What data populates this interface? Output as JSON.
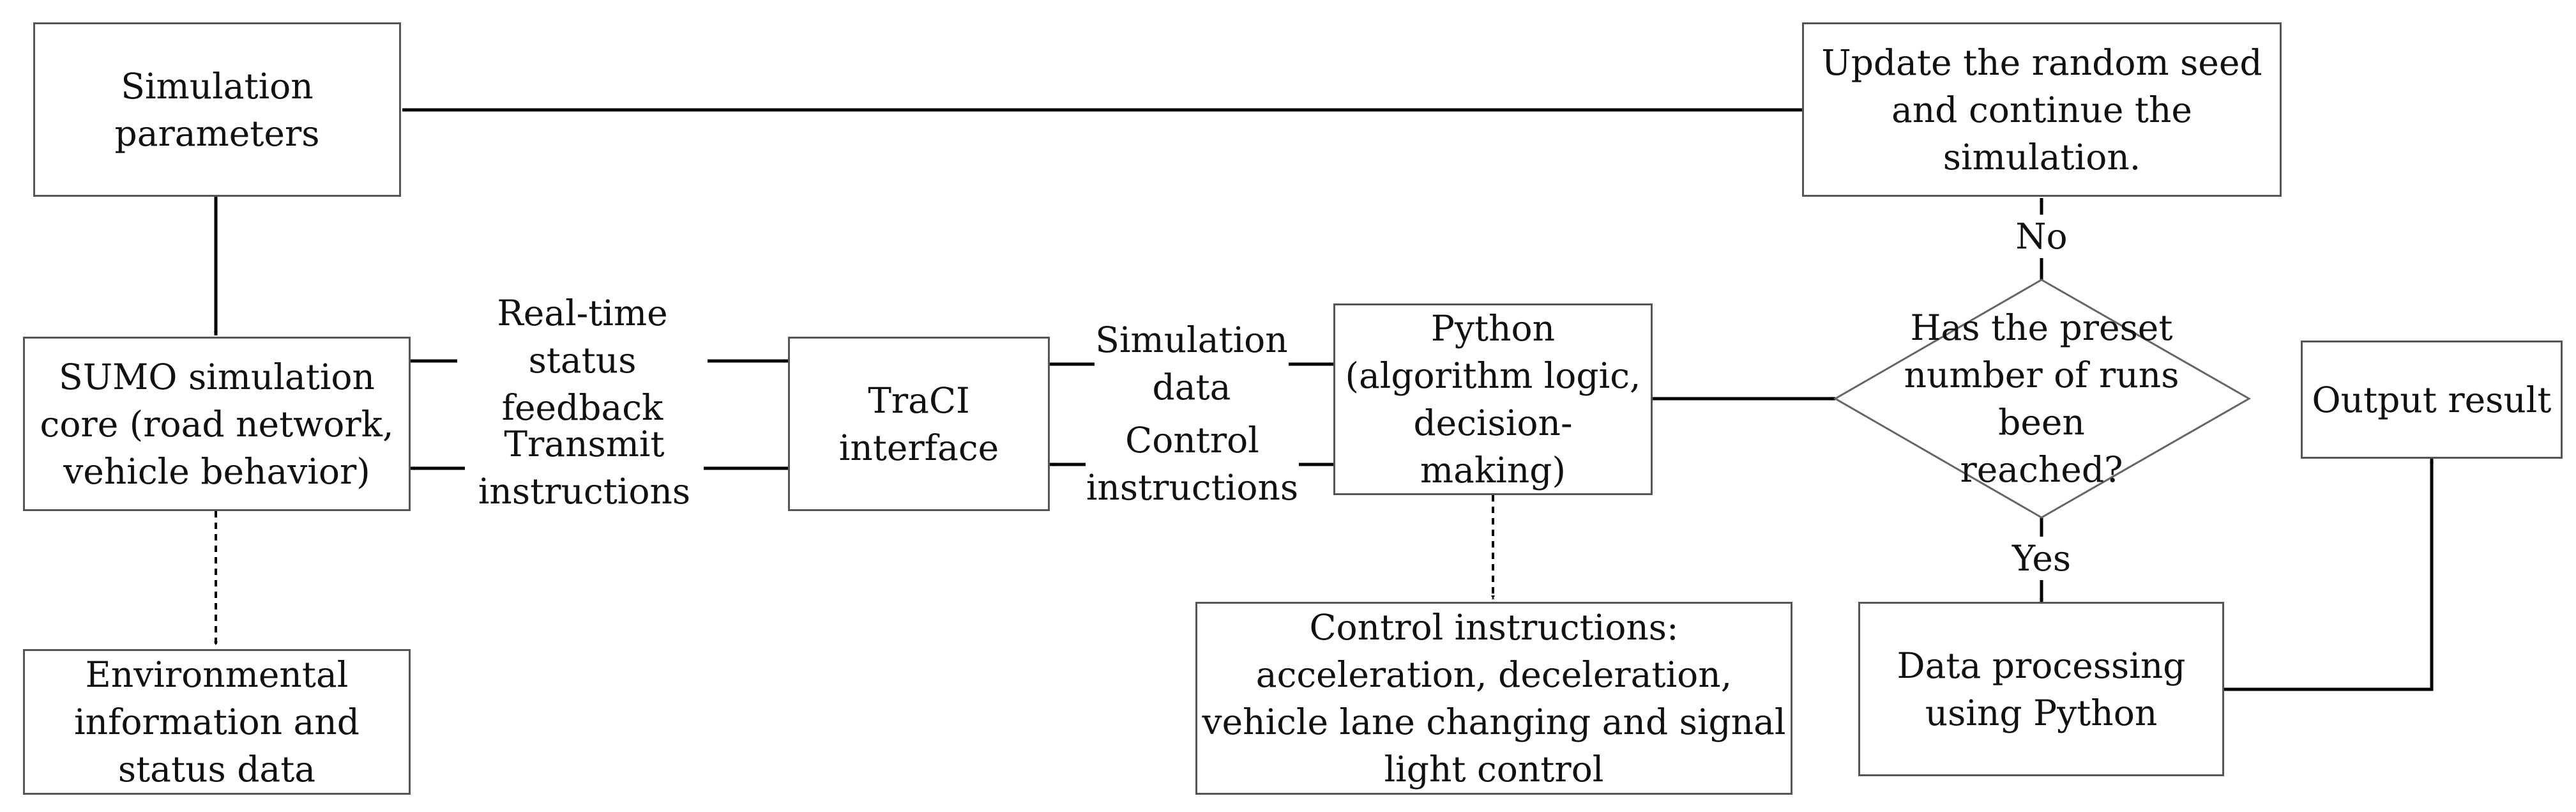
{
  "boxes": {
    "simulation_parameters": "Simulation\nparameters",
    "update_seed": "Update the random seed\nand continue the\nsimulation.",
    "sumo_core": "SUMO simulation\ncore (road network,\nvehicle behavior)",
    "traci_interface": "TraCI\ninterface",
    "python_logic": "Python\n(algorithm logic,\ndecision-\nmaking)",
    "decision_runs": "Has the preset\nnumber of runs been\nreached?",
    "output_result": "Output result",
    "environmental_info": "Environmental\ninformation and\nstatus data",
    "control_instructions_box": "Control instructions:\nacceleration, deceleration,\nvehicle lane changing and signal\nlight control",
    "data_processing": "Data processing\nusing Python"
  },
  "edge_labels": {
    "realtime_feedback": "Real-time status\nfeedback",
    "transmit_instructions": "Transmit\ninstructions",
    "simulation_data": "Simulation\ndata",
    "control_instructions_edge": "Control\ninstructions",
    "no": "No",
    "yes": "Yes"
  }
}
